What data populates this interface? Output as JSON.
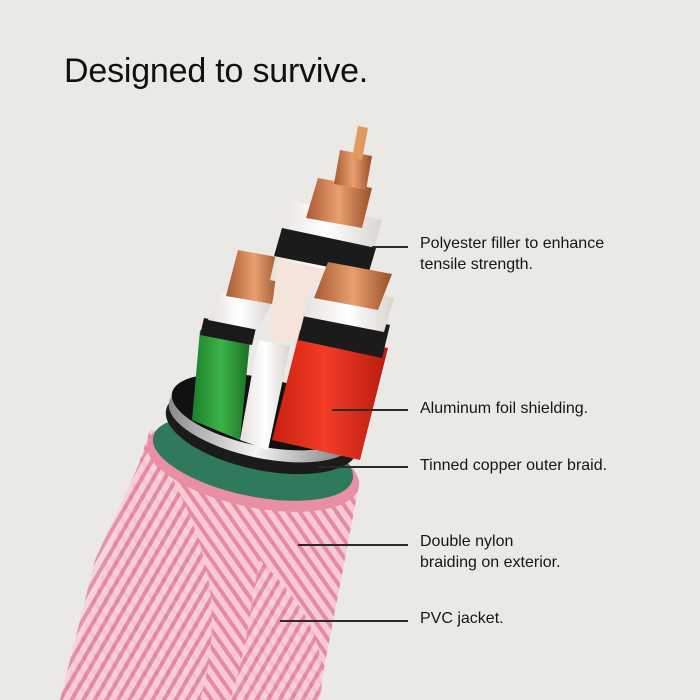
{
  "title": "Designed to survive.",
  "colors": {
    "background": "#ebe9e5",
    "text": "#111111",
    "leader_line": "#2a2a2a",
    "braid_pink": "#f2b6c4",
    "braid_stripe": "#e07e98",
    "jacket_green": "#2f7a5a",
    "foil_black": "#1b1b1b",
    "foil_silver": "#d9d9d9",
    "insulation_white": "#f4f1ee",
    "core_green": "#2aa03a",
    "core_red": "#e8321f",
    "copper": "#c8784a"
  },
  "callouts": [
    {
      "id": "polyester-filler",
      "text": "Polyester filler to enhance\ntensile strength."
    },
    {
      "id": "aluminum-foil",
      "text": "Aluminum foil shielding."
    },
    {
      "id": "tinned-copper-braid",
      "text": "Tinned copper outer braid."
    },
    {
      "id": "nylon-braiding",
      "text": "Double nylon\nbraiding on exterior."
    },
    {
      "id": "pvc-jacket",
      "text": "PVC jacket."
    }
  ]
}
